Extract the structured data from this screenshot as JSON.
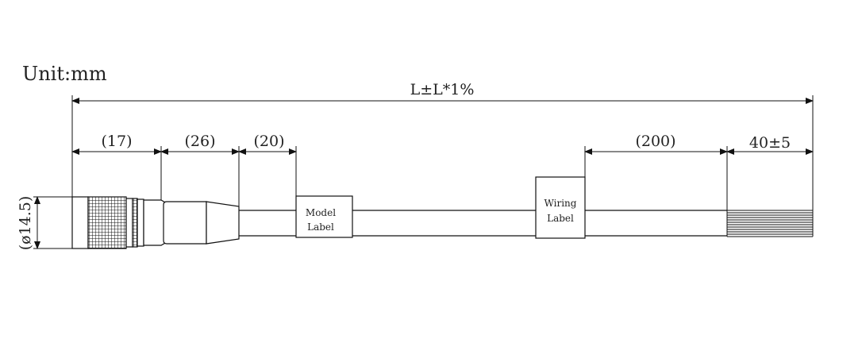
{
  "unit_label": "Unit:mm",
  "dimensions": {
    "overall_length": "L±L*1%",
    "connector_nut": "(17)",
    "connector_body": "(26)",
    "strain_relief": "(20)",
    "wiring_label_offset": "(200)",
    "stripped_leads": "40±5",
    "diameter": "(ø14.5)"
  },
  "labels": {
    "model_label_line1": "Model",
    "model_label_line2": "Label",
    "wiring_label_line1": "Wiring",
    "wiring_label_line2": "Label"
  }
}
